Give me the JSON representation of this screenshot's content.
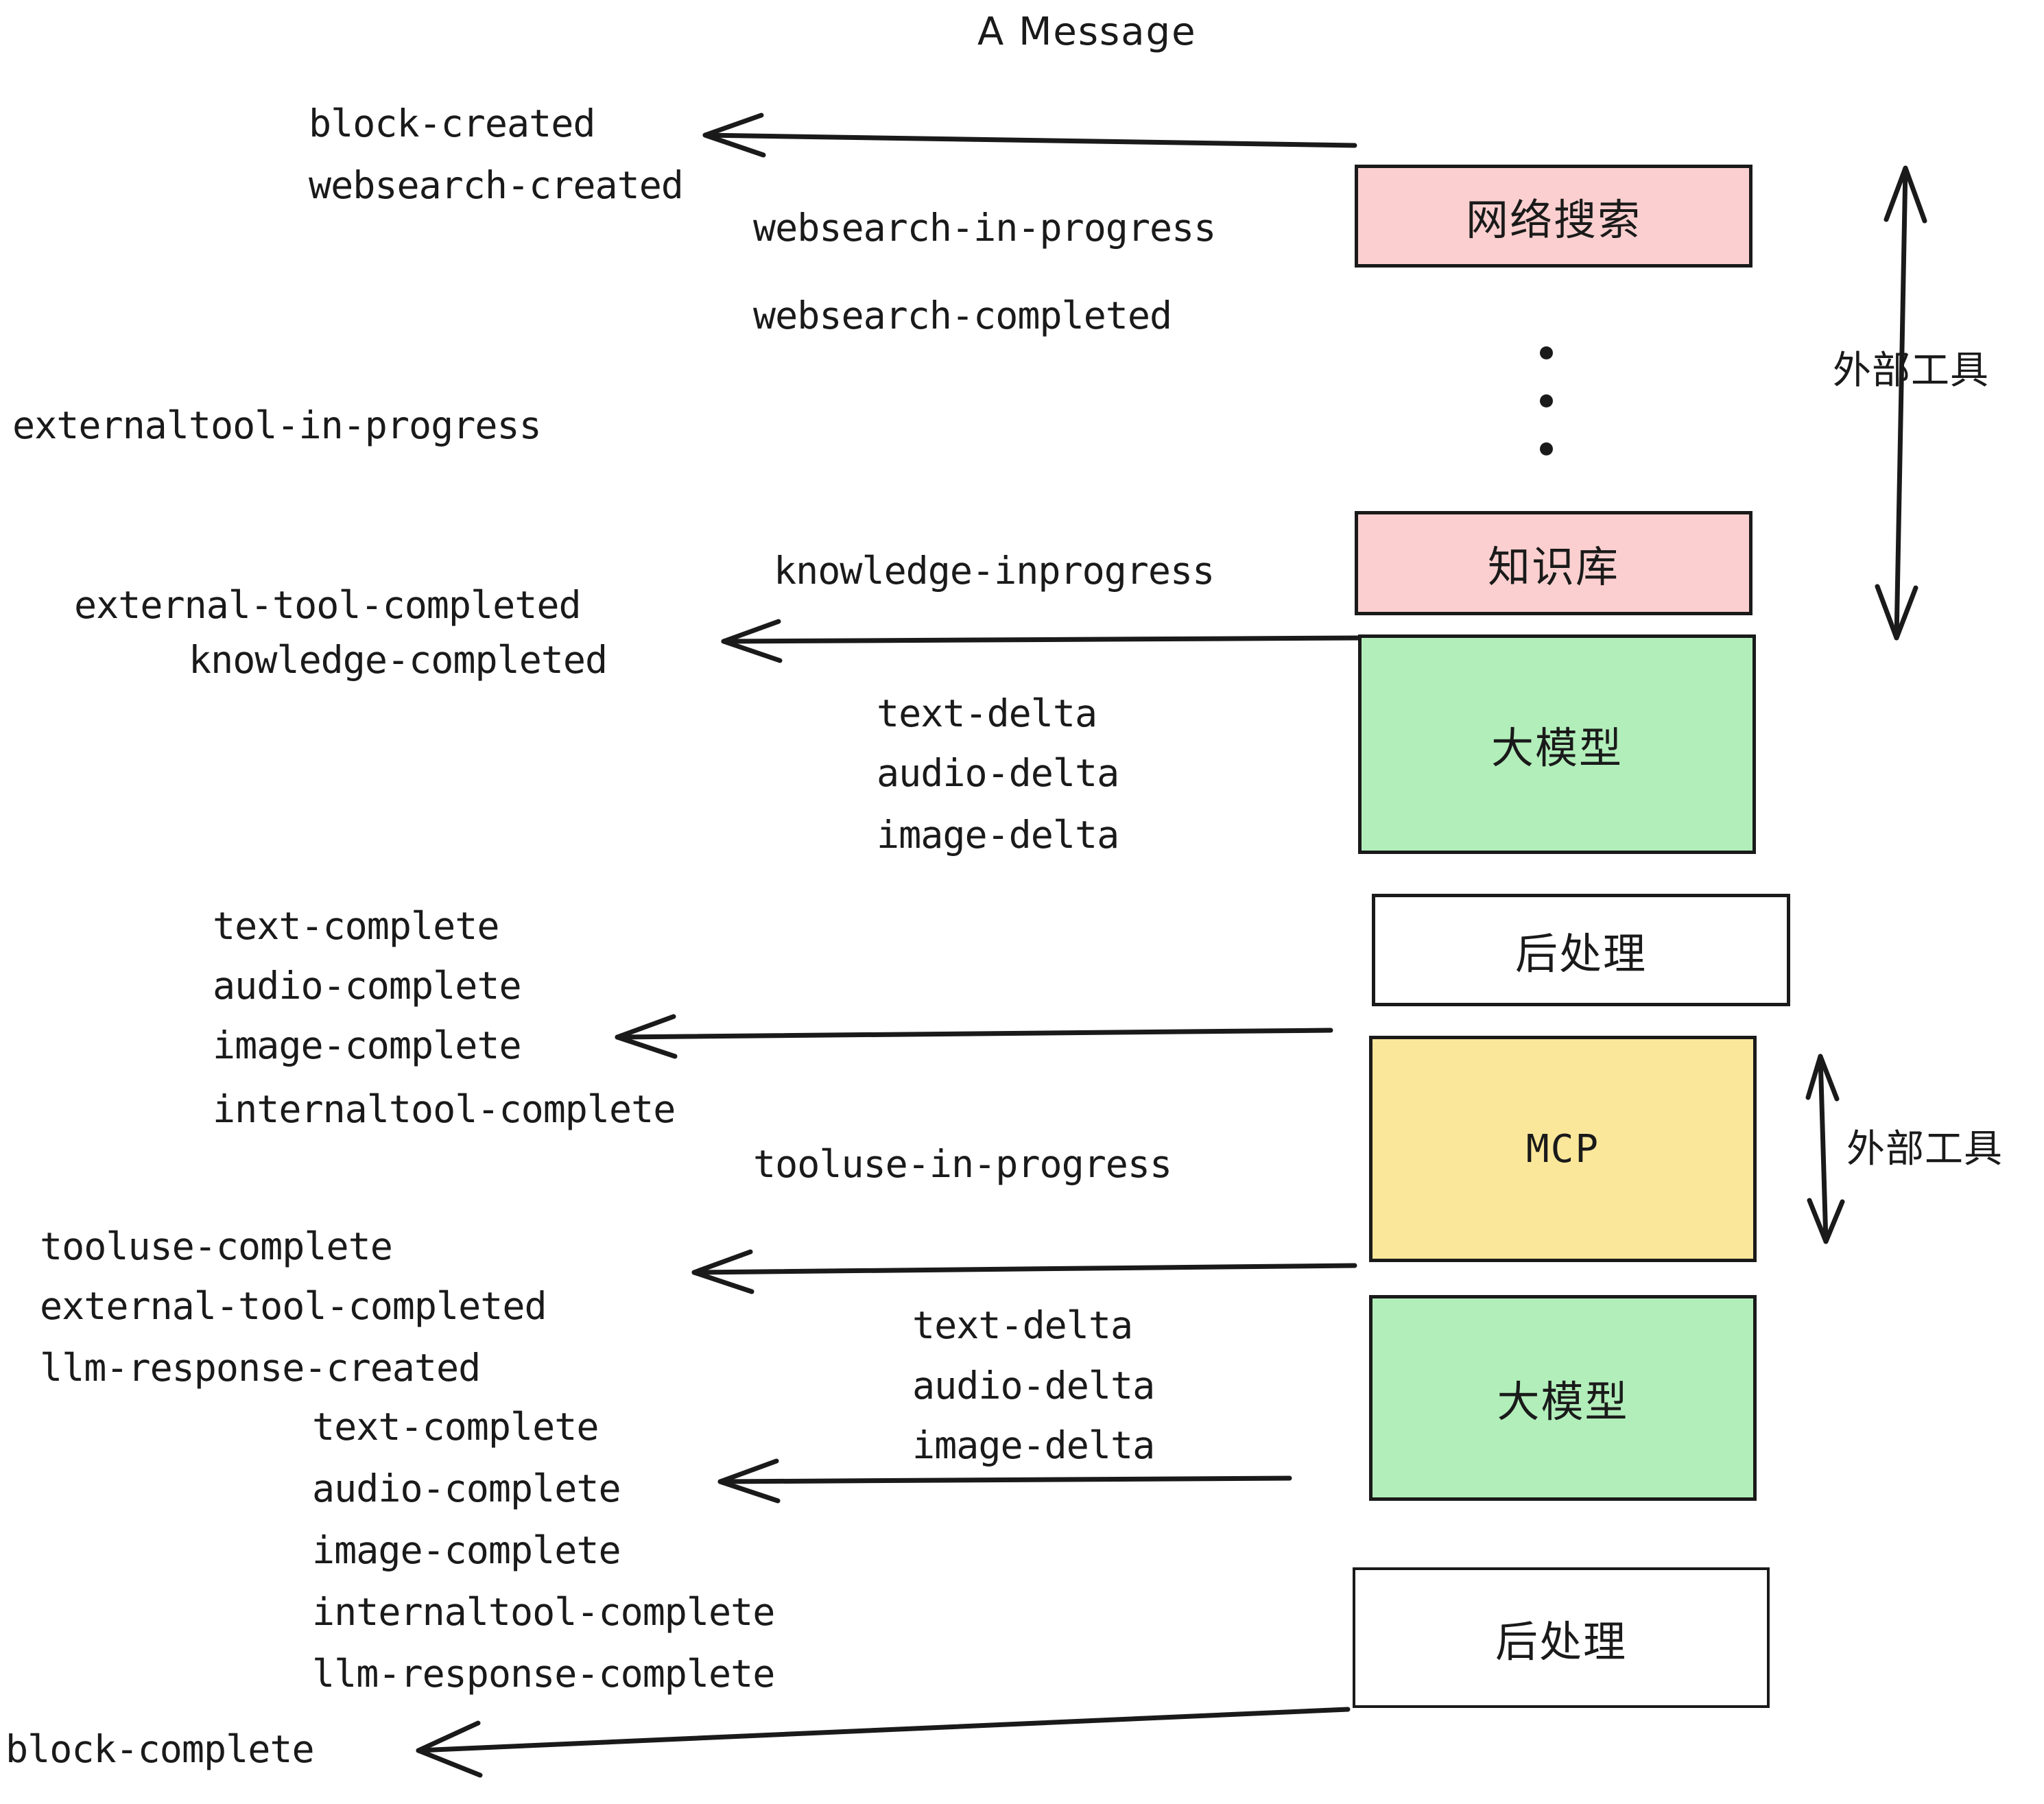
{
  "title": "A Message",
  "colors": {
    "pink": "#fbcfcf",
    "green": "#b2eeba",
    "yellow": "#fbe79a",
    "white": "#ffffff",
    "stroke": "#1a1a1a",
    "text": "#1a1a1a"
  },
  "boxes": [
    {
      "key": "websearch",
      "label": "网络搜索",
      "fill": "pink"
    },
    {
      "key": "knowledge",
      "label": "知识库",
      "fill": "pink"
    },
    {
      "key": "llm_top",
      "label": "大模型",
      "fill": "green"
    },
    {
      "key": "postprocess_top",
      "label": "后处理",
      "fill": "white"
    },
    {
      "key": "mcp",
      "label": "MCP",
      "fill": "yellow"
    },
    {
      "key": "llm_bottom",
      "label": "大模型",
      "fill": "green"
    },
    {
      "key": "postprocess_bottom",
      "label": "后处理",
      "fill": "white"
    }
  ],
  "side_labels": [
    {
      "key": "external_tool_top",
      "label": "外部工具"
    },
    {
      "key": "external_tool_bottom",
      "label": "外部工具"
    }
  ],
  "events": [
    {
      "key": "block-created",
      "label": "block-created"
    },
    {
      "key": "websearch-created",
      "label": "websearch-created"
    },
    {
      "key": "websearch-in-progress",
      "label": "websearch-in-progress"
    },
    {
      "key": "websearch-completed",
      "label": "websearch-completed"
    },
    {
      "key": "externaltool-in-progress",
      "label": "externaltool-in-progress"
    },
    {
      "key": "knowledge-inprogress",
      "label": "knowledge-inprogress"
    },
    {
      "key": "external-tool-completed-1",
      "label": "external-tool-completed"
    },
    {
      "key": "knowledge-completed",
      "label": "knowledge-completed"
    },
    {
      "key": "text-delta-1",
      "label": "text-delta"
    },
    {
      "key": "audio-delta-1",
      "label": "audio-delta"
    },
    {
      "key": "image-delta-1",
      "label": "image-delta"
    },
    {
      "key": "text-complete-1",
      "label": "text-complete"
    },
    {
      "key": "audio-complete-1",
      "label": "audio-complete"
    },
    {
      "key": "image-complete-1",
      "label": "image-complete"
    },
    {
      "key": "internaltool-complete-1",
      "label": "internaltool-complete"
    },
    {
      "key": "tooluse-in-progress",
      "label": "tooluse-in-progress"
    },
    {
      "key": "tooluse-complete",
      "label": "tooluse-complete"
    },
    {
      "key": "external-tool-completed-2",
      "label": "external-tool-completed"
    },
    {
      "key": "llm-response-created",
      "label": "llm-response-created"
    },
    {
      "key": "text-delta-2",
      "label": "text-delta"
    },
    {
      "key": "audio-delta-2",
      "label": "audio-delta"
    },
    {
      "key": "image-delta-2",
      "label": "image-delta"
    },
    {
      "key": "text-complete-2",
      "label": "text-complete"
    },
    {
      "key": "audio-complete-2",
      "label": "audio-complete"
    },
    {
      "key": "image-complete-2",
      "label": "image-complete"
    },
    {
      "key": "internaltool-complete-2",
      "label": "internaltool-complete"
    },
    {
      "key": "llm-response-complete",
      "label": "llm-response-complete"
    },
    {
      "key": "block-complete",
      "label": "block-complete"
    }
  ]
}
